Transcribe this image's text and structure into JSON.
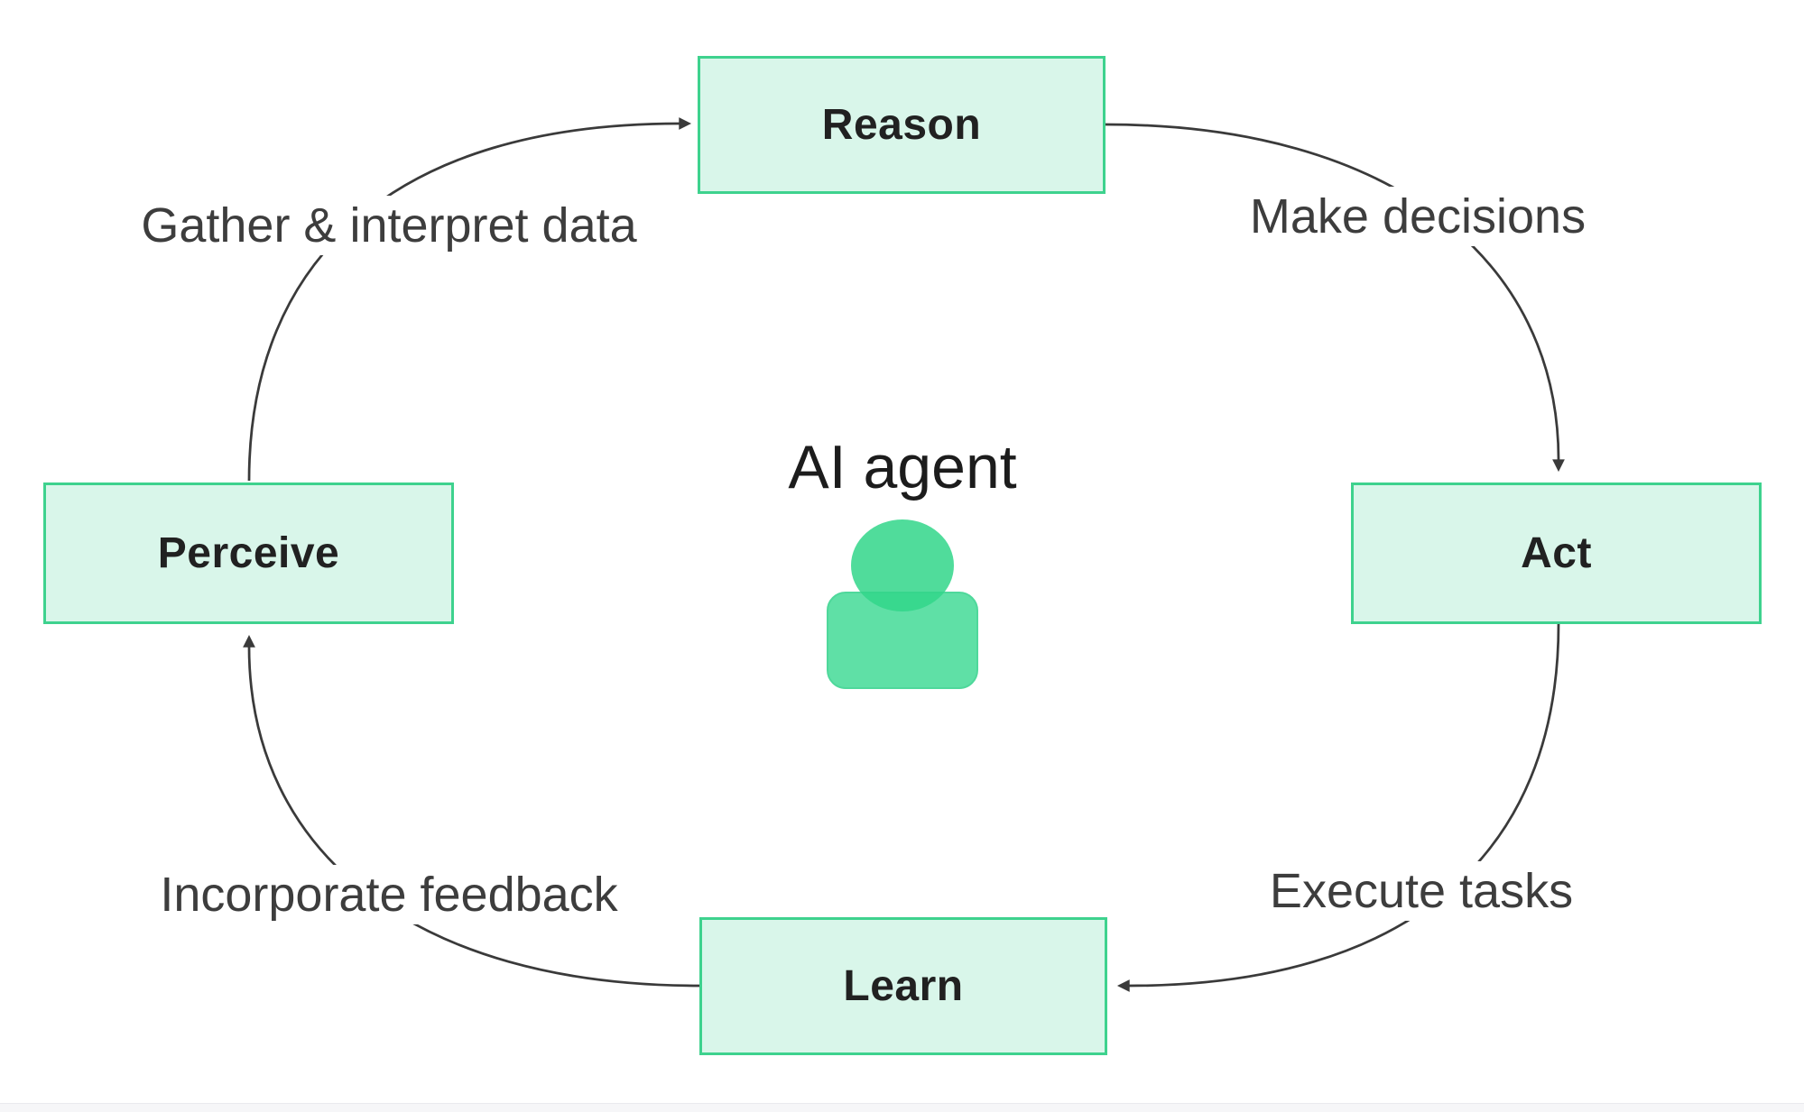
{
  "diagram": {
    "center": {
      "title": "AI agent",
      "icon": "person-icon"
    },
    "nodes": [
      {
        "id": "reason",
        "label": "Reason"
      },
      {
        "id": "act",
        "label": "Act"
      },
      {
        "id": "learn",
        "label": "Learn"
      },
      {
        "id": "perceive",
        "label": "Perceive"
      }
    ],
    "edges": [
      {
        "from": "Perceive",
        "to": "Reason",
        "label": "Gather & interpret data"
      },
      {
        "from": "Reason",
        "to": "Act",
        "label": "Make decisions"
      },
      {
        "from": "Act",
        "to": "Learn",
        "label": "Execute tasks"
      },
      {
        "from": "Learn",
        "to": "Perceive",
        "label": "Incorporate feedback"
      }
    ],
    "colors": {
      "boxFill": "#d9f6ea",
      "boxBorder": "#3ed28e",
      "boxText": "#212121",
      "edgeText": "#3d3d3d",
      "arrow": "#3a3a3a",
      "headFill": "#31d689",
      "bodyFill": "#5fe0a6",
      "bodyStroke": "#4fd89b",
      "footerFill": "#f6f6f8",
      "footerBorder": "#eaeaee",
      "canvasBg": "#ffffff"
    }
  }
}
